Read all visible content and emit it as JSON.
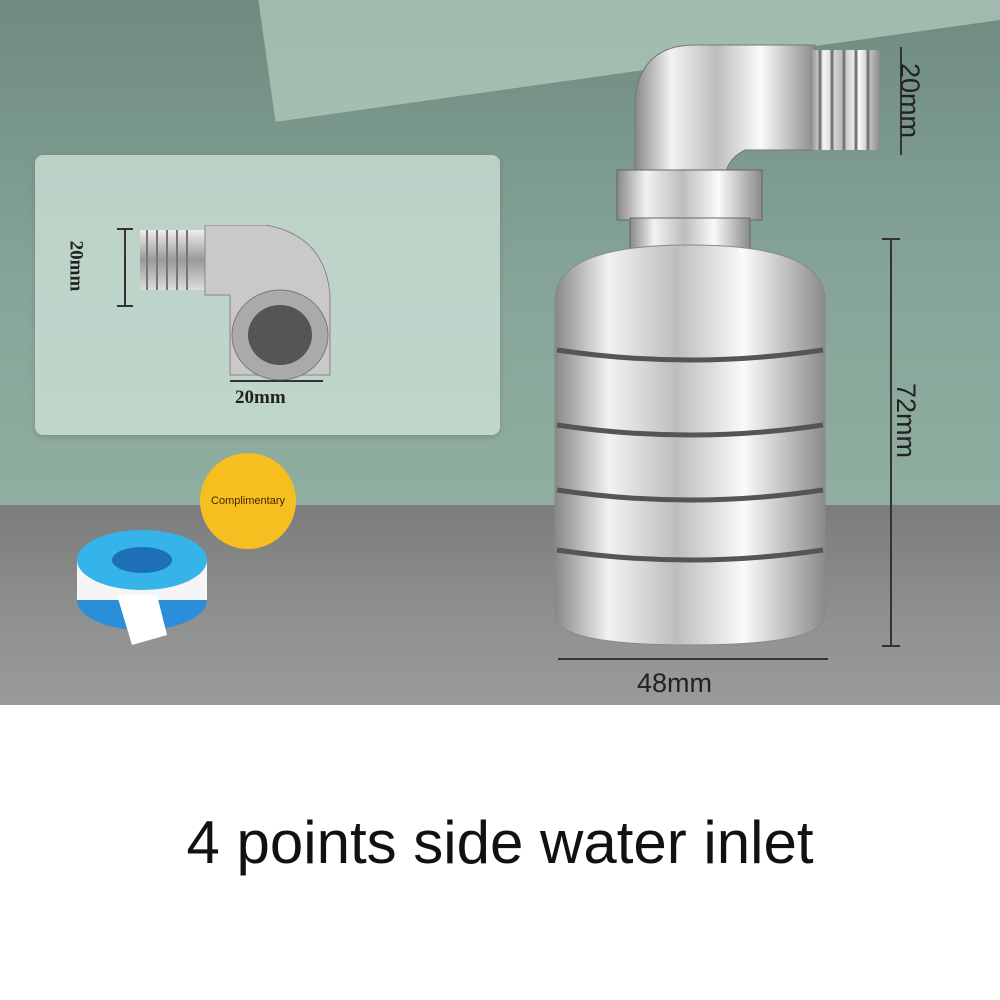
{
  "badge": {
    "text": "Complimentary"
  },
  "dimensions": {
    "inset_height": "20mm",
    "inset_width": "20mm",
    "top_thread": "20mm",
    "body_height": "72mm",
    "body_width": "48mm"
  },
  "caption": "4 points side water inlet"
}
